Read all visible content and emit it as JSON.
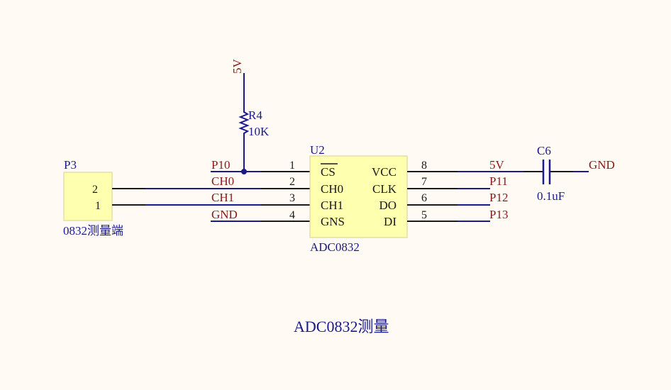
{
  "title": "ADC0832测量",
  "colors": {
    "background": "#fffaf3",
    "wire": "#1a1a8c",
    "pin": "#1a1a1a",
    "net_label": "#8a1a1a",
    "designator": "#1a1a8c",
    "component_fill": "#ffffb0",
    "component_border": "#d8cf90"
  },
  "power": {
    "vcc_label": "5V"
  },
  "resistor": {
    "designator": "R4",
    "value": "10K"
  },
  "connector": {
    "designator": "P3",
    "comment": "0832测量端",
    "pins": [
      "2",
      "1"
    ]
  },
  "ic": {
    "designator": "U2",
    "part": "ADC0832",
    "left_pins": [
      {
        "num": "1",
        "name": "CS",
        "overline": true,
        "net": "P10"
      },
      {
        "num": "2",
        "name": "CH0",
        "overline": false,
        "net": "CH0"
      },
      {
        "num": "3",
        "name": "CH1",
        "overline": false,
        "net": "CH1"
      },
      {
        "num": "4",
        "name": "GNS",
        "overline": false,
        "net": "GND"
      }
    ],
    "right_pins": [
      {
        "num": "8",
        "name": "VCC",
        "net": "5V"
      },
      {
        "num": "7",
        "name": "CLK",
        "net": "P11"
      },
      {
        "num": "6",
        "name": "DO",
        "net": "P12"
      },
      {
        "num": "5",
        "name": "DI",
        "net": "P13"
      }
    ]
  },
  "capacitor": {
    "designator": "C6",
    "value": "0.1uF",
    "net": "GND"
  }
}
